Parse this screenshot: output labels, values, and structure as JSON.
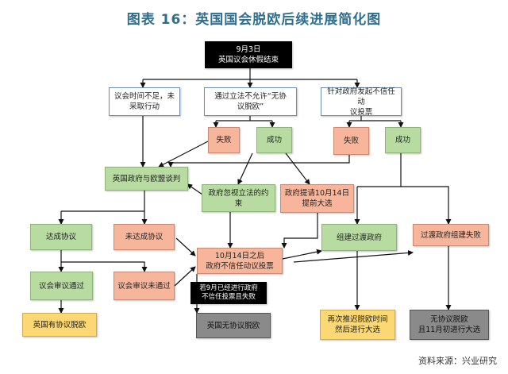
{
  "header": {
    "title": "图表 16：英国国会脱欧后续进展简化图"
  },
  "footer": {
    "source": "资料来源：兴业研究"
  },
  "nodes": {
    "start": "9月3日\n英国议会休假结束",
    "no_time": "议会时间不足，未\n采取行动",
    "legislate": "通过立法不允许“无协\n议脱欧”",
    "no_confidence": "针对政府发起不信任动\n议投票",
    "fail1": "失败",
    "success1": "成功",
    "fail2": "失败",
    "success2": "成功",
    "negotiate": "英国政府与欧盟谈判",
    "ignore_law": "政府忽视立法的约束",
    "early_election": "政府提请10月14日\n提前大选",
    "deal_reached": "达成协议",
    "no_deal_reached": "未达成协议",
    "oct14_vote": "10月14日之后\n政府不信任动议投票",
    "caretaker": "组建过渡政府",
    "caretaker_fail": "过渡政府组建失败",
    "parl_pass": "议会审议通过",
    "parl_fail": "议会审议未通过",
    "note_black": "若9月已经进行政府\n不信任投票且失败",
    "deal_brexit": "英国有协议脱欧",
    "no_deal_brexit": "英国无协议脱欧",
    "delay_election": "再次推迟脱欧时间\n然后进行大选",
    "nodeal_nov_election": "无协议脱欧\n且11月初进行大选"
  }
}
